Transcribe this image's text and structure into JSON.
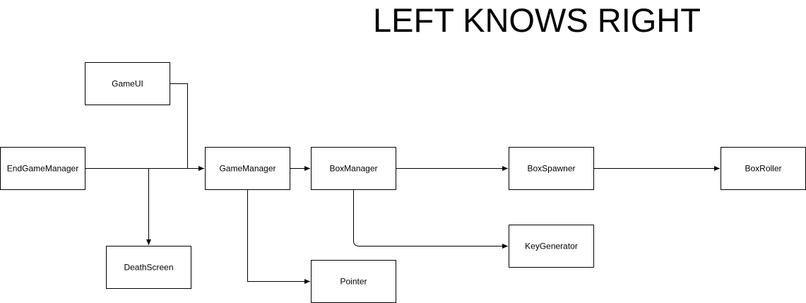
{
  "title": "LEFT KNOWS RIGHT",
  "nodes": {
    "game_ui": "GameUI",
    "end_game_manager": "EndGameManager",
    "game_manager": "GameManager",
    "box_manager": "BoxManager",
    "box_spawner": "BoxSpawner",
    "box_roller": "BoxRoller",
    "death_screen": "DeathScreen",
    "key_generator": "KeyGenerator",
    "pointer": "Pointer"
  },
  "edges": [
    {
      "from": "EndGameManager",
      "to": "GameManager"
    },
    {
      "from": "GameUI",
      "to": "GameManager"
    },
    {
      "from": "EndGameManager",
      "to": "DeathScreen"
    },
    {
      "from": "GameManager",
      "to": "BoxManager"
    },
    {
      "from": "GameManager",
      "to": "Pointer"
    },
    {
      "from": "BoxManager",
      "to": "BoxSpawner"
    },
    {
      "from": "BoxManager",
      "to": "KeyGenerator"
    },
    {
      "from": "BoxSpawner",
      "to": "BoxRoller"
    }
  ]
}
